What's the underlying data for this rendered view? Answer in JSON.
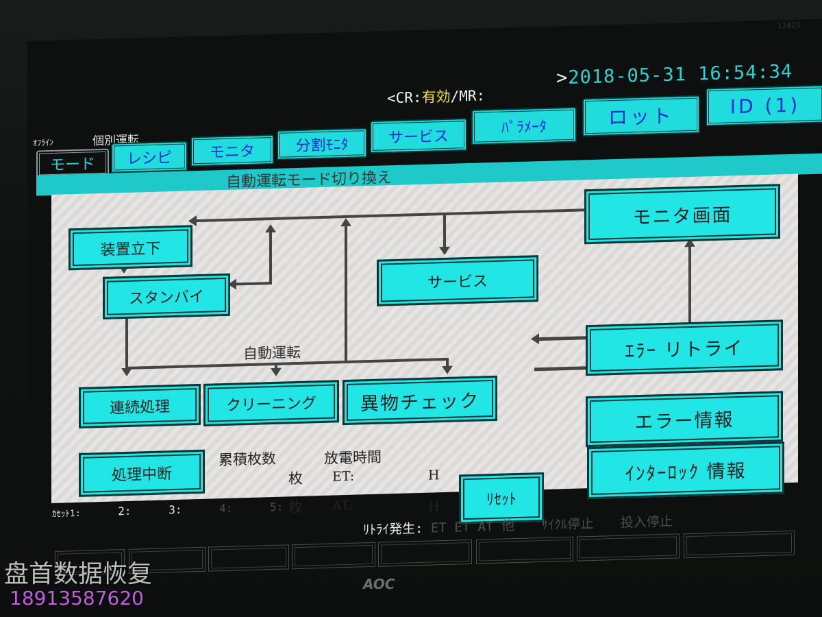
{
  "header": {
    "model_no": "12423",
    "cr_label": "<CR:",
    "cr_value": "有効",
    "mr_label": "/MR:",
    "gt": ">",
    "date": "2018-05-31",
    "time": "16:54:34",
    "status_offline": "ｵﾌﾗｲﾝ",
    "mode_name": "個別運転"
  },
  "tabs": [
    {
      "label": "モード",
      "active": true
    },
    {
      "label": "レシピ"
    },
    {
      "label": "モニタ"
    },
    {
      "label": "分割ﾓﾆﾀ"
    },
    {
      "label": "サービス"
    },
    {
      "label": "ﾊﾟﾗﾒｰﾀ"
    },
    {
      "label": "ロット"
    },
    {
      "label": "ID (1)"
    }
  ],
  "main": {
    "title": "自動運転モード切り換え",
    "auto_label": "自動運転",
    "boxes": {
      "startup": "装置立下",
      "standby": "スタンバイ",
      "service": "サービス",
      "monitor_screen": "モニタ画面",
      "continuous": "連続処理",
      "cleaning": "クリーニング",
      "foreign_check": "異物チェック",
      "error_retry": "ｴﾗｰ リトライ",
      "error_info": "エラー情報",
      "interlock_info": "ｲﾝﾀｰﾛｯｸ 情報",
      "abort": "処理中断",
      "reset": "ﾘｾｯﾄ"
    },
    "counters": {
      "cumulative_label": "累積枚数",
      "discharge_label": "放電時間",
      "unit_sheets": "枚",
      "et_label": "ET:",
      "at_label": "AT:",
      "unit_hours": "H"
    }
  },
  "footer": {
    "cassette_label": "ｶｾｯﾄ1:",
    "cassettes": [
      "2:",
      "3:",
      "4:",
      "5:"
    ],
    "retry_label": "ﾘﾄﾗｲ発生:",
    "retry_items": [
      "ET",
      "ET",
      "AT",
      "他"
    ],
    "cycle_stop": "ｻｲｸﾙ停止",
    "input_stop": "投入停止"
  },
  "overlay": {
    "watermark": "盘首数据恢复",
    "phone": "18913587620",
    "monitor_brand": "AOC"
  },
  "colors": {
    "cyan_box": "#22e6e6",
    "tab_text": "#1a2fd0",
    "datetime": "#2fd2d2",
    "cr_value": "#f3e23a",
    "phone": "#c25ee0"
  }
}
